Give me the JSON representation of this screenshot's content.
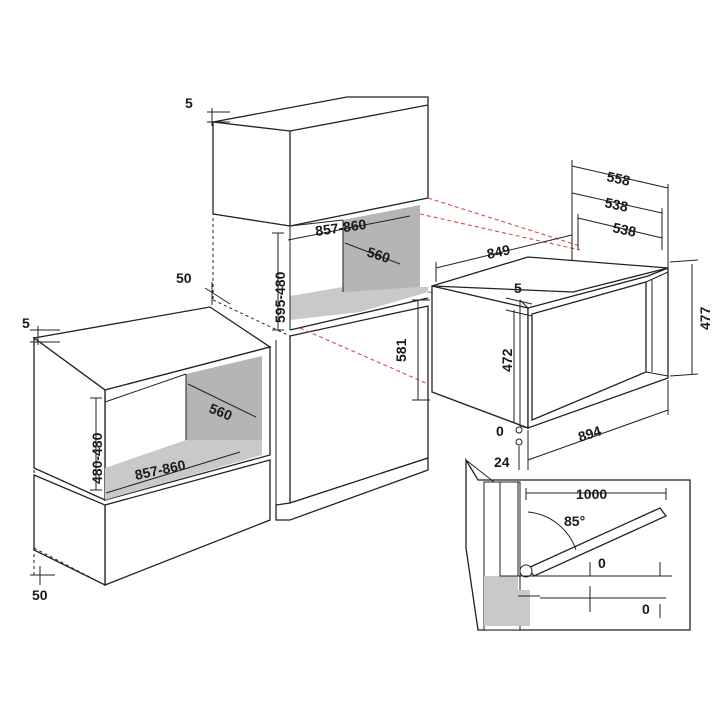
{
  "diagram": {
    "colors": {
      "line": "#222222",
      "guide": "#d94a4a",
      "cavity": "#c9c9c9"
    },
    "tall_cabinet": {
      "top_gap": "5",
      "niche_width": "857-860",
      "niche_depth": "560",
      "niche_height": "595-480",
      "side_gap": "50"
    },
    "base_cabinet": {
      "top_gap": "5",
      "niche_depth": "560",
      "niche_height": "480-480",
      "niche_width": "857-860",
      "bottom_gap": "50"
    },
    "oven": {
      "overall_width": "558",
      "body_width_1": "538",
      "body_width_2": "538",
      "depth": "849",
      "frame_offset": "5",
      "overall_height": "477",
      "body_height": "472",
      "cutout_height": "581",
      "bottom_offset": "0",
      "bottom_step": "24",
      "front_width": "894"
    },
    "door_detail": {
      "door_length": "1000",
      "angle": "85°",
      "clearance_upper": "0",
      "clearance_lower": "0"
    }
  }
}
